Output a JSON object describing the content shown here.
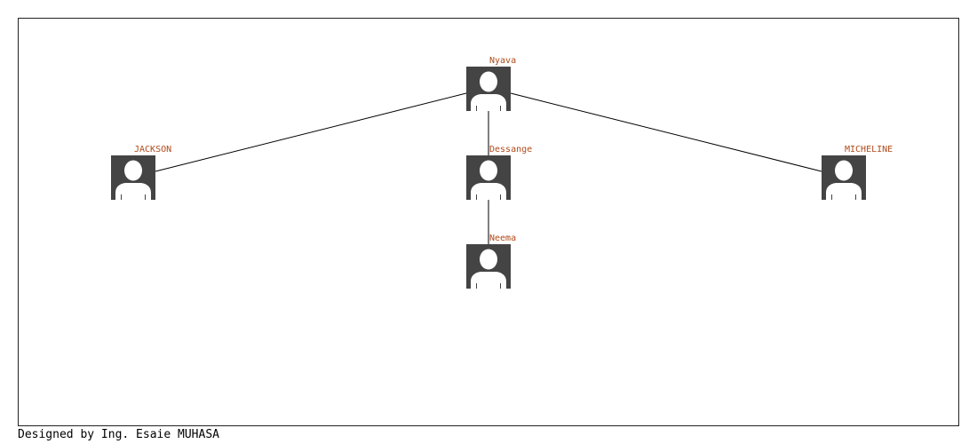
{
  "colors": {
    "label": "#b04a1a",
    "icon_bg": "#444444",
    "icon_fg": "#ffffff",
    "edge": "#000000"
  },
  "tree": {
    "nodes": [
      {
        "id": "nyava",
        "label": "Nyava",
        "icon": "person-icon"
      },
      {
        "id": "jackson",
        "label": "JACKSON",
        "icon": "person-icon"
      },
      {
        "id": "dessange",
        "label": "Dessange",
        "icon": "person-icon"
      },
      {
        "id": "micheline",
        "label": "MICHELINE",
        "icon": "person-icon"
      },
      {
        "id": "neema",
        "label": "Neema",
        "icon": "person-icon"
      }
    ],
    "edges": [
      {
        "from": "nyava",
        "to": "jackson"
      },
      {
        "from": "nyava",
        "to": "dessange"
      },
      {
        "from": "nyava",
        "to": "micheline"
      },
      {
        "from": "dessange",
        "to": "neema"
      }
    ]
  },
  "footer": {
    "credit": "Designed by Ing. Esaie MUHASA"
  }
}
